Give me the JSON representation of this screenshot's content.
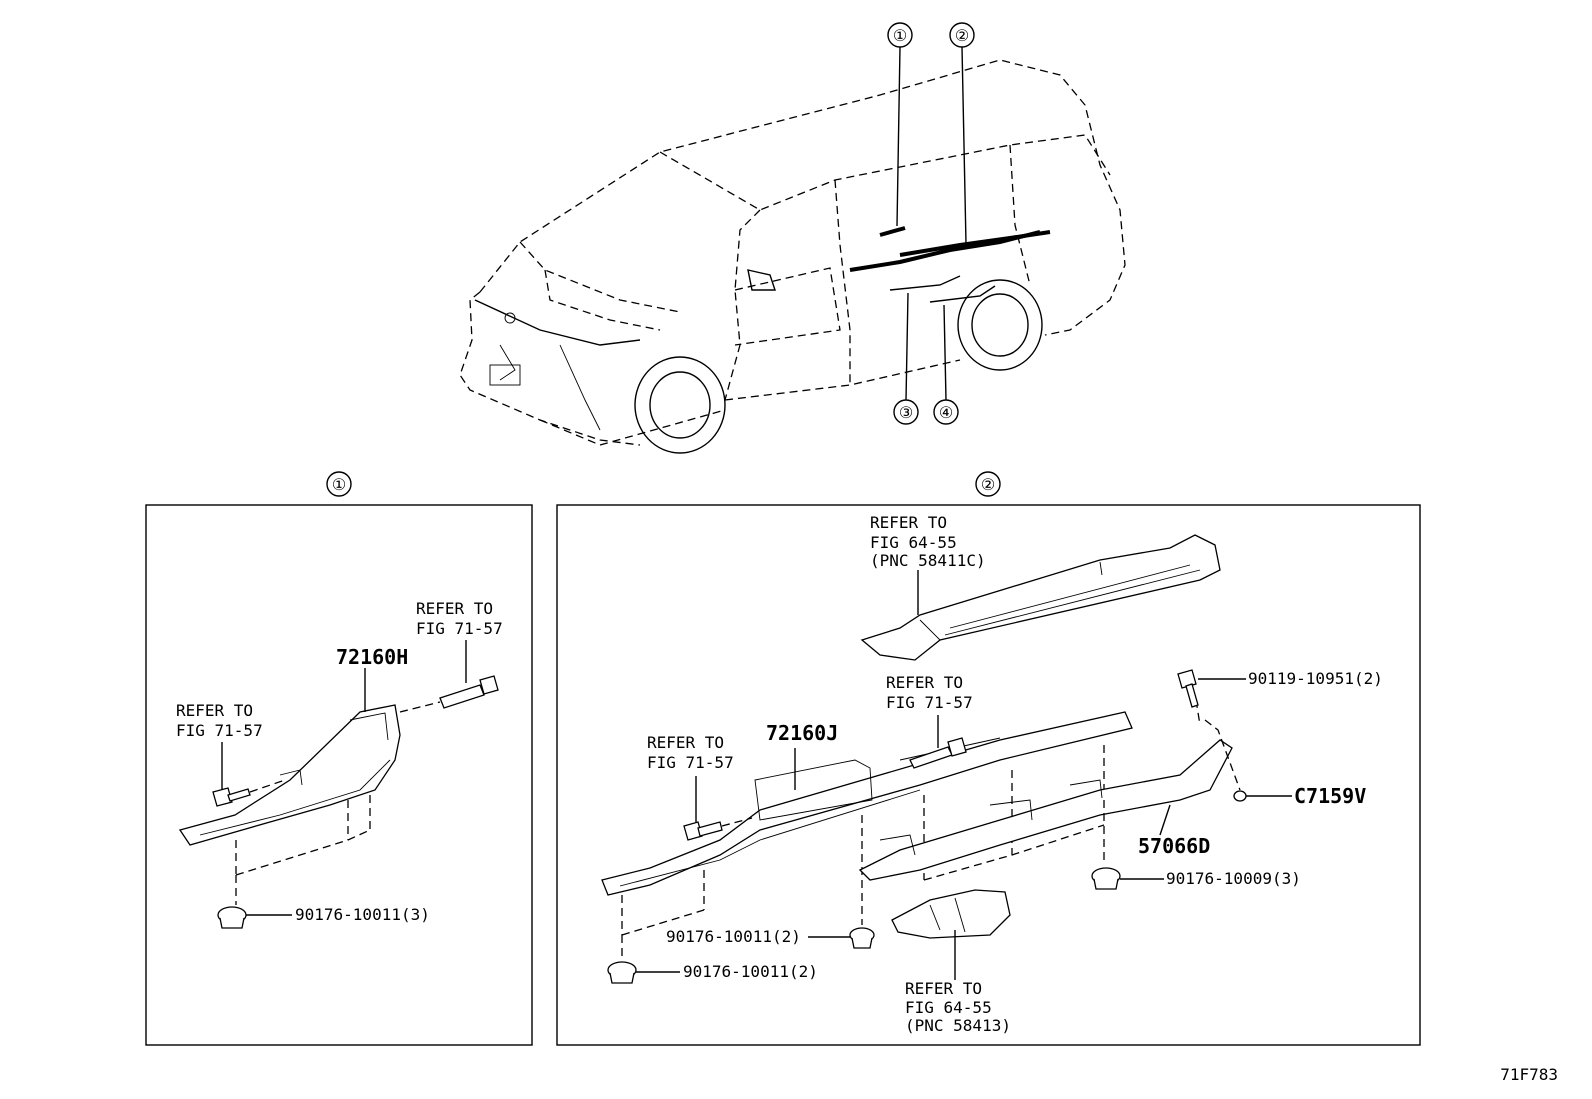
{
  "callouts": {
    "c1": "①",
    "c2": "②",
    "c3": "③",
    "c4": "④"
  },
  "panel1": {
    "title": "①",
    "part_main": "72160H",
    "refer_bolt_a": [
      "REFER TO",
      "FIG 71-57"
    ],
    "refer_bolt_b": [
      "REFER TO",
      "FIG 71-57"
    ],
    "clip": "90176-10011(3)"
  },
  "panel2": {
    "title": "②",
    "refer_top": [
      "REFER TO",
      "FIG 64-55",
      "(PNC 58411C)"
    ],
    "refer_bolt_mid": [
      "REFER TO",
      "FIG 71-57"
    ],
    "refer_bolt_left": [
      "REFER TO",
      "FIG 71-57"
    ],
    "part_rail": "72160J",
    "bolt_right": "90119-10951(2)",
    "nut_right": "C7159V",
    "part_cover": "57066D",
    "clip_right": "90176-10009(3)",
    "clip_mid": "90176-10011(2)",
    "clip_left": "90176-10011(2)",
    "refer_bottom": [
      "REFER TO",
      "FIG 64-55",
      "(PNC 58413)"
    ]
  },
  "figure_id": "71F783"
}
